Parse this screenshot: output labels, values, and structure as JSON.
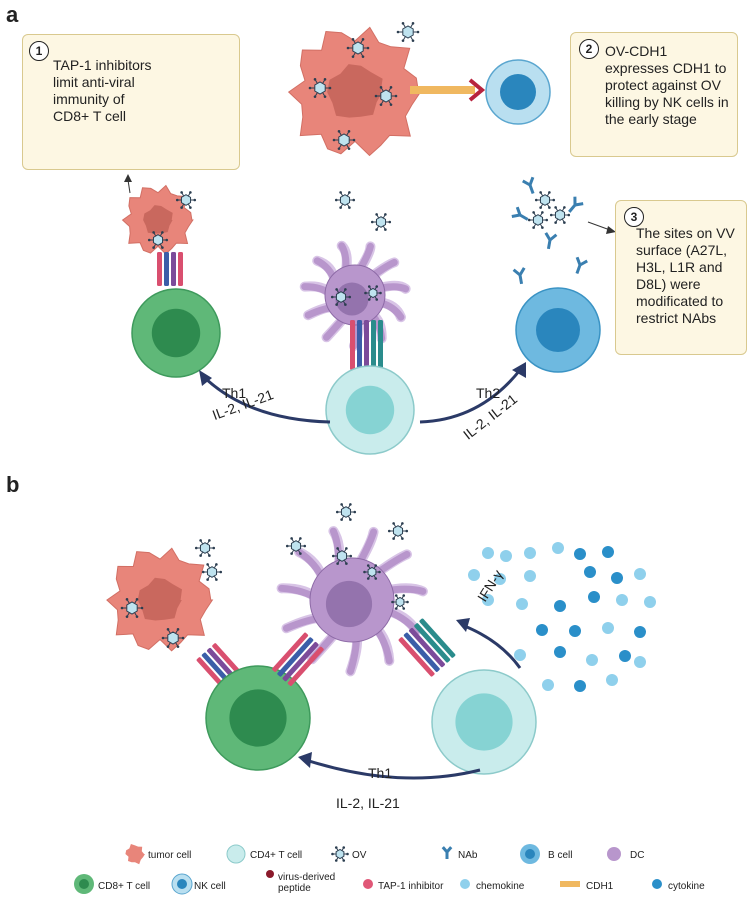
{
  "panels": {
    "a": "a",
    "b": "b"
  },
  "callouts": {
    "c1": {
      "num": "1",
      "text": "TAP-1 inhibitors limit anti-viral immunity of CD8+ T cell"
    },
    "c2": {
      "num": "2",
      "text": "OV-CDH1 expresses CDH1 to protect against OV killing by NK cells in the early stage"
    },
    "c3": {
      "num": "3",
      "text": "The sites on VV surface (A27L, H3L, L1R and D8L) were modificated to restrict NAbs"
    }
  },
  "labels": {
    "a_th1": "Th1",
    "a_il_left": "IL-2, IL-21",
    "a_th2": "Th2",
    "a_il_right": "IL-2, IL-21",
    "b_ifn": "IFN-γ",
    "b_th1": "Th1",
    "b_il": "IL-2, IL-21"
  },
  "legend": {
    "tumor": "tumor cell",
    "cd4": "CD4+ T cell",
    "ov": "OV",
    "nab": "NAb",
    "bcell": "B cell",
    "dc": "DC",
    "cd8": "CD8+ T cell",
    "nk": "NK cell",
    "peptide": "virus-derived peptide",
    "tap": "TAP-1 inhibitor",
    "chemokine": "chemokine",
    "cdh1": "CDH1",
    "cytokine": "cytokine"
  },
  "colors": {
    "tumor": "#e8857a",
    "tumor_nucleus": "#c9685e",
    "cd8": "#5fb878",
    "cd8_nucleus": "#2e8b4f",
    "cd4": "#bfe6e6",
    "cd4_nucleus": "#7fcfcf",
    "dc": "#b896cc",
    "dc_nucleus": "#9473ad",
    "bcell": "#4aa6d8",
    "bcell_nucleus": "#2a86bd",
    "nk": "#6ec3d9",
    "arrow": "#2b3a67",
    "callout_bg": "#fdf7e3"
  }
}
